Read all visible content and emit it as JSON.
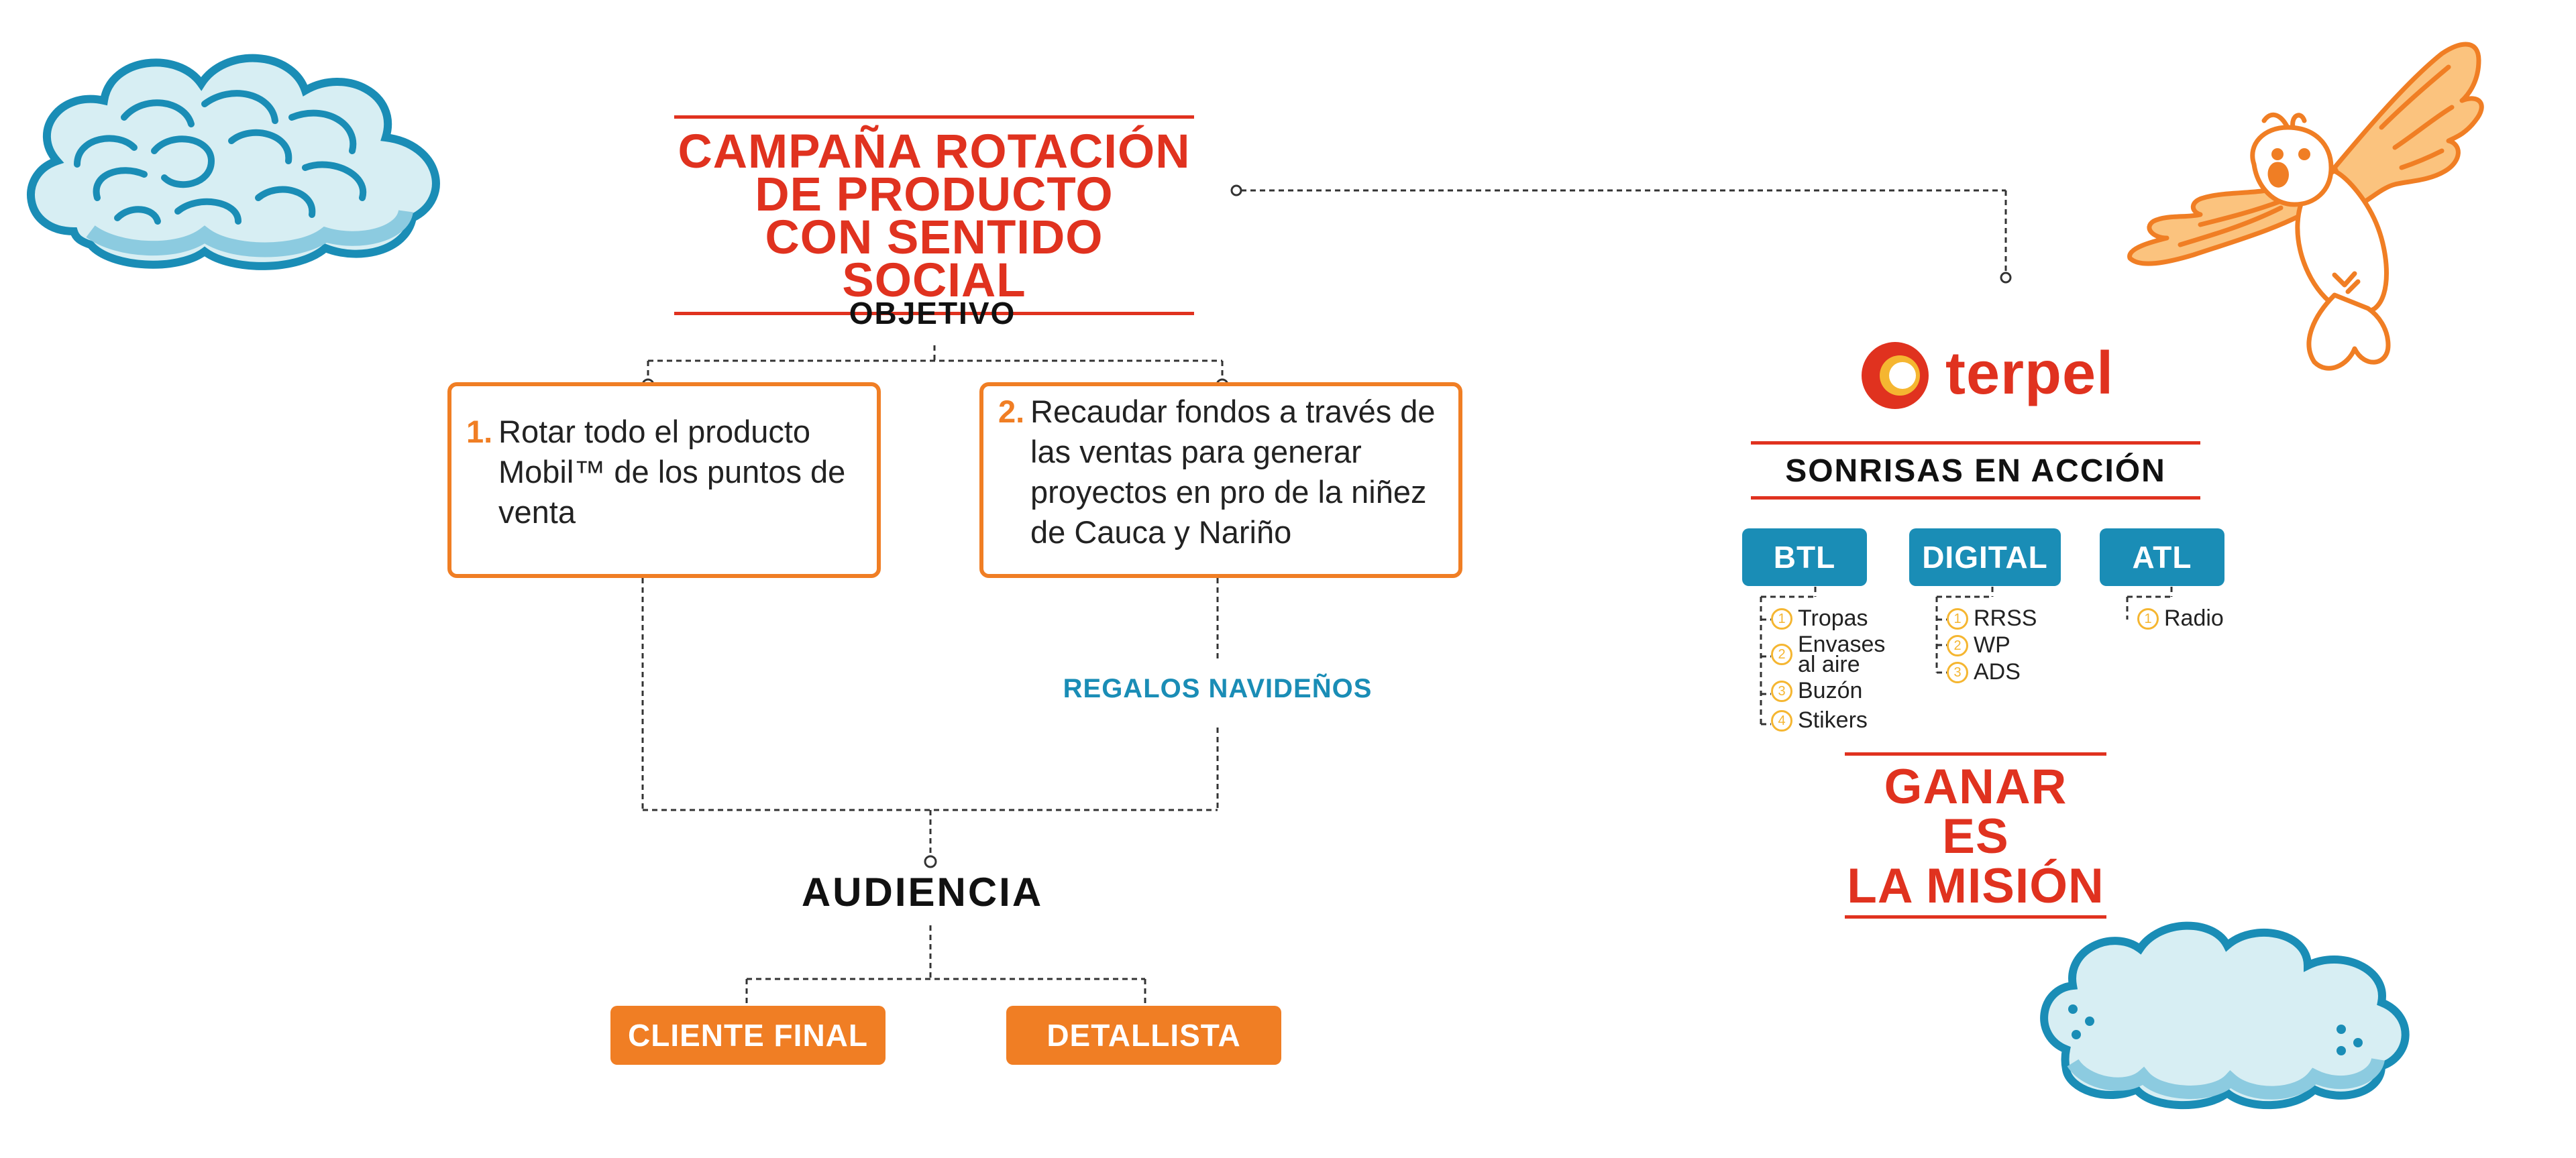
{
  "colors": {
    "red": "#e0321f",
    "orange": "#f07e24",
    "blue": "#1a8db6",
    "yellow": "#f5b631",
    "cloud_light": "#d7eef3",
    "cloud_dark": "#1a8db6"
  },
  "title": {
    "line1": "CAMPAÑA ROTACIÓN",
    "line2": "DE PRODUCTO",
    "line3": "CON SENTIDO SOCIAL"
  },
  "objetivo_label": "OBJETIVO",
  "objectives": [
    {
      "num": "1.",
      "text": "Rotar todo el producto Mobil™ de los puntos de venta"
    },
    {
      "num": "2.",
      "text": "Recaudar fondos a través de las ventas para generar proyectos en pro de la niñez de Cauca y Nariño"
    }
  ],
  "regalos_label": "REGALOS NAVIDEÑOS",
  "audiencia_label": "AUDIENCIA",
  "audiences": [
    "CLIENTE FINAL",
    "DETALLISTA"
  ],
  "brand": {
    "name": "terpel",
    "logo_icon": "terpel-logo-icon"
  },
  "sonrisas_label": "SONRISAS EN ACCIÓN",
  "channels": [
    {
      "name": "BTL",
      "items": [
        {
          "n": "1",
          "label": "Tropas"
        },
        {
          "n": "2",
          "label": "Envases al aire"
        },
        {
          "n": "3",
          "label": "Buzón"
        },
        {
          "n": "4",
          "label": "Stikers"
        }
      ]
    },
    {
      "name": "DIGITAL",
      "items": [
        {
          "n": "1",
          "label": "RRSS"
        },
        {
          "n": "2",
          "label": "WP"
        },
        {
          "n": "3",
          "label": "ADS"
        }
      ]
    },
    {
      "name": "ATL",
      "items": [
        {
          "n": "1",
          "label": "Radio"
        }
      ]
    }
  ],
  "ganar": {
    "line1": "GANAR ES",
    "line2": "LA MISIÓN"
  },
  "decorations": {
    "top_cloud": "cloud-icon",
    "bottom_cloud": "cloud-icon",
    "bird": "bird-icon"
  }
}
